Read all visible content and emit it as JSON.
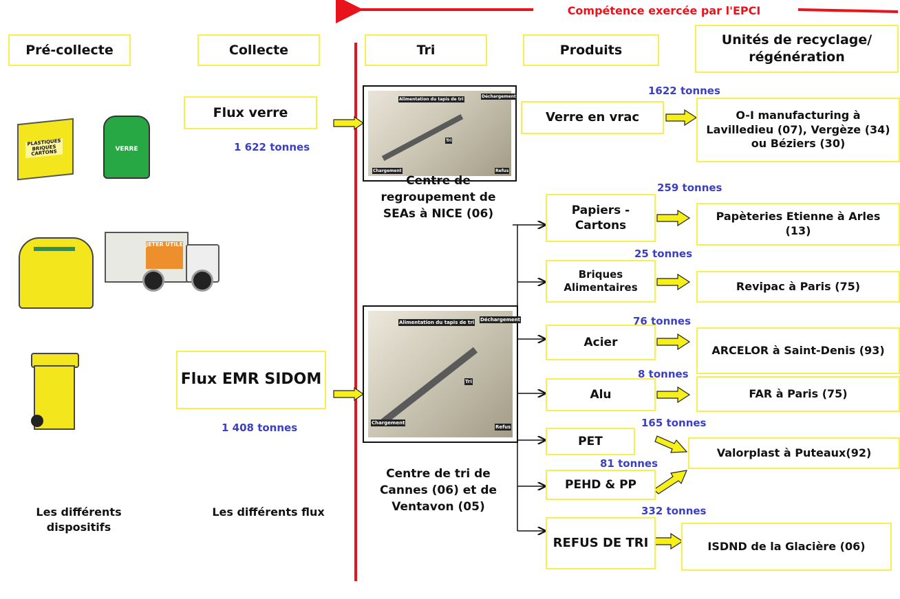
{
  "banner": "Compétence exercée par l'EPCI",
  "headers": {
    "precollecte": "Pré-collecte",
    "collecte": "Collecte",
    "tri": "Tri",
    "produits": "Produits",
    "unites": "Unités de recyclage/ régénération"
  },
  "flows": {
    "verre": {
      "label": "Flux verre",
      "tonnage": "1 622 tonnes"
    },
    "emr": {
      "label": "Flux EMR SIDOM",
      "tonnage": "1 408 tonnes"
    }
  },
  "bins": {
    "plastique_label": "PLASTIQUES BRIQUES CARTONS",
    "verre_label": "VERRE",
    "truck_label": "JETER UTILE"
  },
  "centres": {
    "nice": "Centre de regroupement de SEAs à NICE (06)",
    "cannes": "Centre de tri de Cannes (06) et de Ventavon (05)",
    "diagram_labels": [
      "Alimentation du tapis de tri",
      "Déchargement",
      "Chargement",
      "Refus",
      "Tri"
    ]
  },
  "products": [
    {
      "name": "Verre en vrac",
      "tonnage": "1622 tonnes",
      "dest": "O-I manufacturing à Lavilledieu (07), Vergèze (34) ou Béziers (30)"
    },
    {
      "name": "Papiers - Cartons",
      "tonnage": "259 tonnes",
      "dest": "Papèteries Etienne à Arles (13)"
    },
    {
      "name": "Briques Alimentaires",
      "tonnage": "25 tonnes",
      "dest": "Revipac à Paris (75)"
    },
    {
      "name": "Acier",
      "tonnage": "76 tonnes",
      "dest": "ARCELOR à Saint-Denis (93)"
    },
    {
      "name": "Alu",
      "tonnage": "8 tonnes",
      "dest": "FAR à Paris (75)"
    },
    {
      "name": "PET",
      "tonnage": "165 tonnes",
      "dest": "Valorplast à Puteaux(92)"
    },
    {
      "name": "PEHD & PP",
      "tonnage": "81 tonnes",
      "dest": ""
    },
    {
      "name": "REFUS DE TRI",
      "tonnage": "332 tonnes",
      "dest": "ISDND  de la Glacière (06)"
    }
  ],
  "footers": {
    "dispositifs": "Les différents dispositifs",
    "flux": "Les différents flux"
  },
  "colors": {
    "red": "#e8141c",
    "yellow": "#f6ef4c",
    "arrow_fill": "#f7ef1a",
    "tonnage": "#3b3fc1"
  }
}
